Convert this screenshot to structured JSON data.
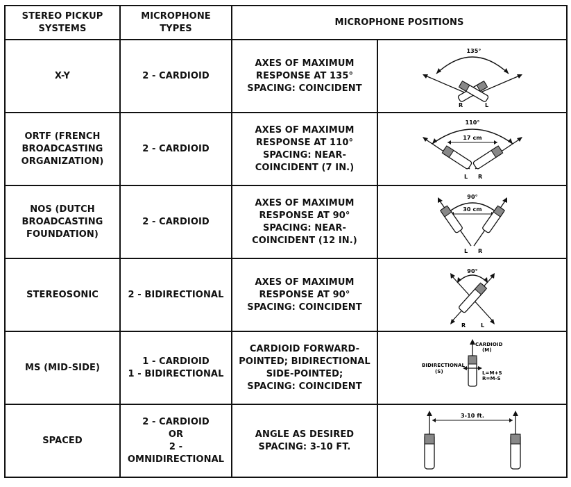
{
  "header": {
    "col1": "STEREO PICKUP\nSYSTEMS",
    "col2": "MICROPHONE\nTYPES",
    "col3": "MICROPHONE POSITIONS"
  },
  "rows": [
    {
      "system": "X-Y",
      "types": "2 - CARDIOID",
      "position": "AXES OF MAXIMUM\nRESPONSE AT 135°\nSPACING: COINCIDENT",
      "diagram": {
        "icon": "xy-cardioid-diagram",
        "angle": "135°",
        "left": "R",
        "right": "L"
      }
    },
    {
      "system": "ORTF (FRENCH\nBROADCASTING\nORGANIZATION)",
      "types": "2 - CARDIOID",
      "position": "AXES OF MAXIMUM\nRESPONSE AT 110°\nSPACING: NEAR-\nCOINCIDENT (7 IN.)",
      "diagram": {
        "icon": "ortf-diagram",
        "angle": "110°",
        "spacing": "17 cm",
        "left": "L",
        "right": "R"
      }
    },
    {
      "system": "NOS (DUTCH\nBROADCASTING\nFOUNDATION)",
      "types": "2 - CARDIOID",
      "position": "AXES OF MAXIMUM\nRESPONSE AT 90°\nSPACING: NEAR-\nCOINCIDENT (12 IN.)",
      "diagram": {
        "icon": "nos-diagram",
        "angle": "90°",
        "spacing": "30 cm",
        "left": "L",
        "right": "R"
      }
    },
    {
      "system": "STEREOSONIC",
      "types": "2 - BIDIRECTIONAL",
      "position": "AXES OF MAXIMUM\nRESPONSE AT 90°\nSPACING: COINCIDENT",
      "diagram": {
        "icon": "stereosonic-diagram",
        "angle": "90°",
        "left": "R",
        "right": "L"
      }
    },
    {
      "system": "MS (MID-SIDE)",
      "types": "1 - CARDIOID\n1 - BIDIRECTIONAL",
      "position": "CARDIOID FORWARD-\nPOINTED; BIDIRECTIONAL\nSIDE-POINTED;\nSPACING: COINCIDENT",
      "diagram": {
        "icon": "ms-diagram",
        "cardioid": "CARDIOID",
        "cardioid_sub": "(M)",
        "bidirectional": "BIDIRECTIONAL",
        "bidirectional_sub": "(S)",
        "eq1": "L=M+S",
        "eq2": "R=M-S"
      }
    },
    {
      "system": "SPACED",
      "types": "2 - CARDIOID\nOR\n2 - OMNIDIRECTIONAL",
      "position": "ANGLE AS DESIRED\nSPACING: 3-10 FT.",
      "diagram": {
        "icon": "spaced-diagram",
        "spacing": "3-10 ft."
      }
    }
  ]
}
